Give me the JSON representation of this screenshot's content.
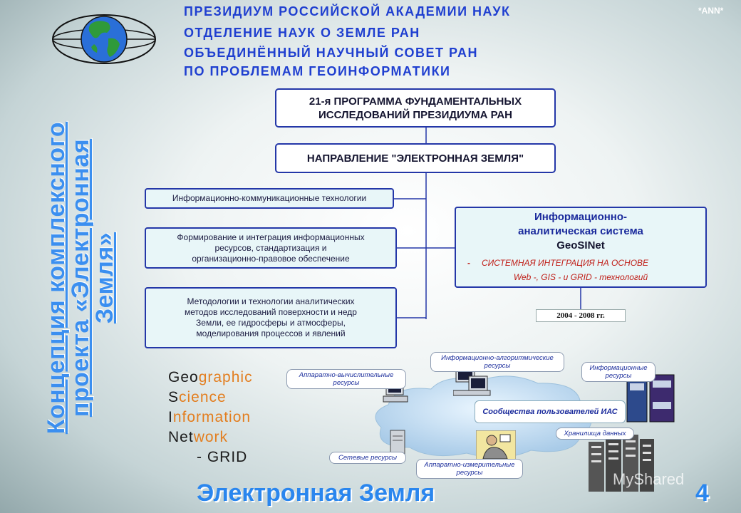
{
  "header": {
    "line1": "ПРЕЗИДИУМ РОССИЙСКОЙ АКАДЕМИИ НАУК",
    "line2": "ОТДЕЛЕНИЕ НАУК О ЗЕМЛЕ РАН",
    "line3": "ОБЪЕДИНЁННЫЙ НАУЧНЫЙ СОВЕТ РАН",
    "line4": "ПО ПРОБЛЕМАМ ГЕОИНФОРМАТИКИ",
    "corner_tag": "*ANN*"
  },
  "side_title": {
    "line1": "Концепция комплексного",
    "line2": "проекта «Электронная",
    "line3": "Земля»"
  },
  "diagram": {
    "program_box": {
      "line1": "21-я ПРОГРАММА ФУНДАМЕНТАЛЬНЫХ",
      "line2": "ИССЛЕДОВАНИЙ ПРЕЗИДИУМА РАН"
    },
    "direction_box": "НАПРАВЛЕНИЕ \"ЭЛЕКТРОННАЯ ЗЕМЛЯ\"",
    "left_boxes": [
      {
        "line1": "Информационно-коммуникационные технологии"
      },
      {
        "line1": "Формирование и интеграция информационных",
        "line2": "ресурсов, стандартизация и",
        "line3": "организационно-правовое обеспечение"
      },
      {
        "line1": "Методологии и технологии аналитических",
        "line2": "методов исследований поверхности и недр",
        "line3": "Земли, ее гидросферы и атмосферы,",
        "line4": "моделирования процессов и явлений"
      }
    ],
    "info_system": {
      "line1": "Информационно-",
      "line2": "аналитическая система",
      "line3": "GeoSINet",
      "bullet": "-",
      "line4": "СИСТЕМНАЯ ИНТЕГРАЦИЯ НА ОСНОВЕ",
      "line5": "Web -, GIS - и GRID - технологий"
    },
    "years": "2004 - 2008 гг.",
    "network_labels": {
      "algo": "Информационно-алгоритмические ресурсы",
      "hw": "Аппаратно-вычислительные ресурсы",
      "info": "Информационные ресурсы",
      "community": "Сообщества пользователей ИАС",
      "storage": "Хранилища данных",
      "net": "Сетевые ресурсы",
      "measure": "Аппаратно-измерительные ресурсы"
    }
  },
  "gsin": {
    "l1a": "Geo",
    "l1b": "graphic",
    "l2a": "S",
    "l2b": "cience",
    "l3a": "I",
    "l3b": "nformation",
    "l4a": "Net",
    "l4b": "work",
    "l5": "- GRID"
  },
  "footer": {
    "title": "Электронная Земля",
    "page": "4"
  },
  "watermark": "MyShared",
  "colors": {
    "accent": "#2a86ee",
    "header": "#1f3fd0",
    "border": "#2437a8",
    "orange": "#e37e1f"
  }
}
